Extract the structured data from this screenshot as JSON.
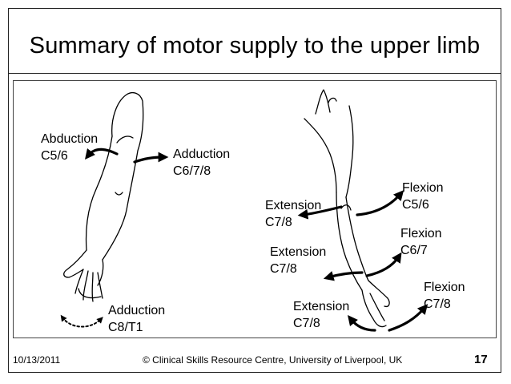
{
  "title": "Summary of motor supply to the upper limb",
  "labels": {
    "shoulder_abduction_name": "Abduction",
    "shoulder_abduction_roots": "C5/6",
    "shoulder_adduction_name": "Adduction",
    "shoulder_adduction_roots": "C6/7/8",
    "finger_adduction_name": "Adduction",
    "finger_adduction_roots": "C8/T1",
    "elbow_extension_name": "Extension",
    "elbow_extension_roots": "C7/8",
    "elbow_flexion_name": "Flexion",
    "elbow_flexion_roots": "C5/6",
    "wrist_extension_name": "Extension",
    "wrist_extension_roots": "C7/8",
    "wrist_flexion_name": "Flexion",
    "wrist_flexion_roots": "C6/7",
    "finger_extension_name": "Extension",
    "finger_extension_roots": "C7/8",
    "finger_flexion_name": "Flexion",
    "finger_flexion_roots": "C7/8"
  },
  "footer": {
    "date": "10/13/2011",
    "copyright": "© Clinical Skills Resource Centre, University of Liverpool, UK",
    "page": "17"
  }
}
